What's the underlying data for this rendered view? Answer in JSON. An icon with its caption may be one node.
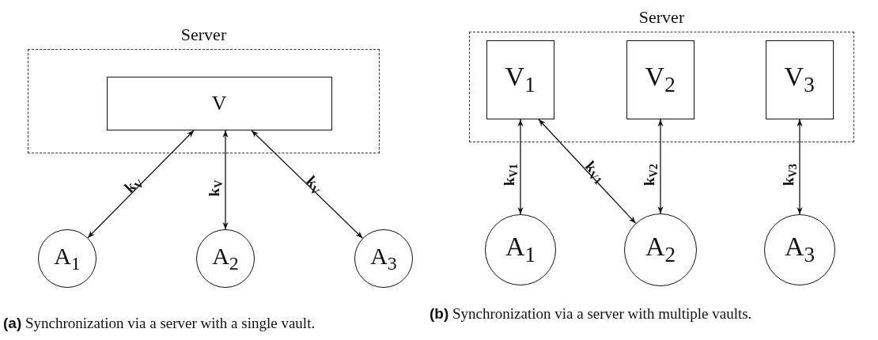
{
  "diagram": {
    "nodes": [
      {
        "text": [
          "Server"
        ]
      },
      {
        "text": [
          "V"
        ],
        "in": 0
      },
      {
        "text": [
          "A$_{1}$"
        ]
      },
      {
        "text": [
          "A$_{2}$"
        ]
      },
      {
        "text": [
          "A$_{3}$"
        ]
      },
      {
        "text": [
          "Server"
        ]
      },
      {
        "text": [
          "V$_{1}$"
        ],
        "in": 5
      },
      {
        "text": [
          "V$_{2}$"
        ],
        "in": 5
      },
      {
        "text": [
          "V$_{3}$"
        ],
        "in": 5
      },
      {
        "text": [
          "A$_{1}$"
        ]
      },
      {
        "text": [
          "A$_{2}$"
        ]
      },
      {
        "text": [
          "A$_{3}$"
        ]
      }
    ],
    "edges": [
      {
        "from": 1,
        "to": 2,
        "arrow": "both",
        "label": "k$_{V}$"
      },
      {
        "from": 1,
        "to": 3,
        "arrow": "both",
        "label": "k$_{V}$"
      },
      {
        "from": 1,
        "to": 4,
        "arrow": "both",
        "label": "k$_{V}$"
      },
      {
        "from": 6,
        "to": 9,
        "arrow": "both",
        "label": "k$_{V1}$"
      },
      {
        "from": 6,
        "to": 10,
        "arrow": "both",
        "label": "k$_{V1}$"
      },
      {
        "from": 7,
        "to": 10,
        "arrow": "both",
        "label": "k$_{V2}$"
      },
      {
        "from": 8,
        "to": 11,
        "arrow": "both",
        "label": "k$_{V3}$"
      }
    ],
    "labels": [
      "**(a)** Synchronization via a server with a single vault.",
      "**(b)** Synchronization via a server with multiple vaults."
    ]
  }
}
